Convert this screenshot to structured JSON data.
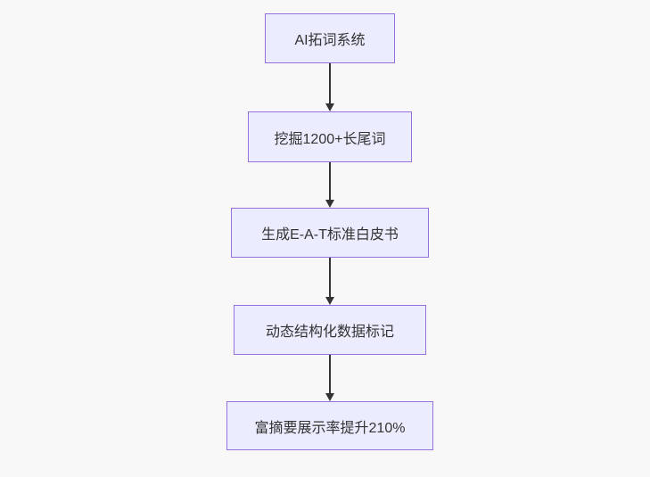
{
  "diagram": {
    "type": "flowchart",
    "direction": "top-down",
    "nodes": [
      {
        "id": "n1",
        "label": "AI拓词系统"
      },
      {
        "id": "n2",
        "label": "挖掘1200+长尾词"
      },
      {
        "id": "n3",
        "label": "生成E-A-T标准白皮书"
      },
      {
        "id": "n4",
        "label": "动态结构化数据标记"
      },
      {
        "id": "n5",
        "label": "富摘要展示率提升210%"
      }
    ],
    "edges": [
      {
        "from": "n1",
        "to": "n2"
      },
      {
        "from": "n2",
        "to": "n3"
      },
      {
        "from": "n3",
        "to": "n4"
      },
      {
        "from": "n4",
        "to": "n5"
      }
    ],
    "colors": {
      "background": "#f8f8f8",
      "node_fill": "#ECECFF",
      "node_border": "#9370DB",
      "arrow": "#333333",
      "text": "#333333"
    }
  }
}
